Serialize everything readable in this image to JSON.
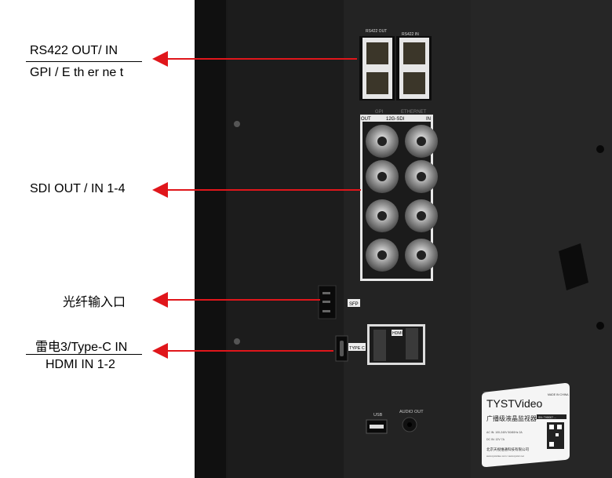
{
  "callouts": {
    "rs422": {
      "line1": "RS422 OUT/ IN",
      "line2": "GPI /  E th er ne t"
    },
    "sdi": {
      "line1": "SDI OUT  / IN 1-4"
    },
    "fiber": {
      "line1": "光纤输入口"
    },
    "typec": {
      "line1": "雷电3/Type-C IN",
      "line2": "HDMI IN  1-2"
    }
  },
  "device_labels": {
    "rs422_out": "RS422 OUT",
    "rs422_in": "RS422 IN",
    "gpi": "GPI",
    "ethernet": "ETHERNET",
    "out": "OUT",
    "sdi": "12G-SDI",
    "in": "IN",
    "sfp": "SFP",
    "type_c": "TYPE C",
    "hdmi": "HDMI",
    "usb": "USB",
    "audio_out": "AUDIO OUT"
  },
  "nameplate": {
    "brand": "TYSTVideo",
    "made_in": "MADE IN CHINA",
    "product": "广播级液晶监视器",
    "sn": "SN: TH9007 ...",
    "spec1": "AC IN: 100-240V 50/60Hz 2A",
    "spec2": "DC IN: 12V 7A",
    "company": "北京天视维通科技有限公司",
    "web": "www.tystvideo.com / www.tystcc.net"
  },
  "colors": {
    "arrow": "#e0161b",
    "panel": "#232323"
  }
}
